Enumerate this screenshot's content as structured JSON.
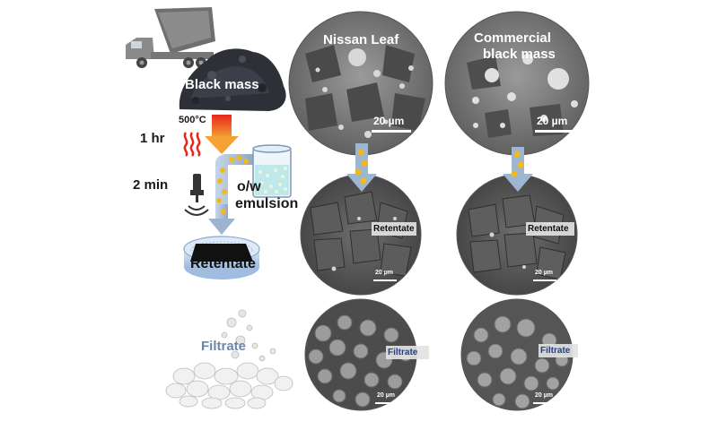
{
  "process": {
    "black_mass_label": "Black mass",
    "temperature_label": "500°C",
    "heat_time_label": "1 hr",
    "sonication_time_label": "2 min",
    "emulsion_label_line1": "o/w",
    "emulsion_label_line2": "emulsion",
    "retentate_label": "Retentate",
    "filtrate_label": "Filtrate"
  },
  "micrographs": {
    "column_1_title": "Nissan Leaf",
    "column_2_title_line1": "Commercial",
    "column_2_title_line2": "black mass",
    "scale_bar": "20 µm",
    "retentate_label": "Retentate",
    "filtrate_label": "Filtrate"
  },
  "colors": {
    "arrow_red": "#e8261c",
    "arrow_orange": "#f5a235",
    "pipe_blue": "#a9bfd8",
    "bead_yellow": "#f2b91a",
    "dish_blue": "#b9d3ee",
    "filtrate_blue": "#6b86a8",
    "retentate_tag_blue": "#1f3f8f"
  }
}
